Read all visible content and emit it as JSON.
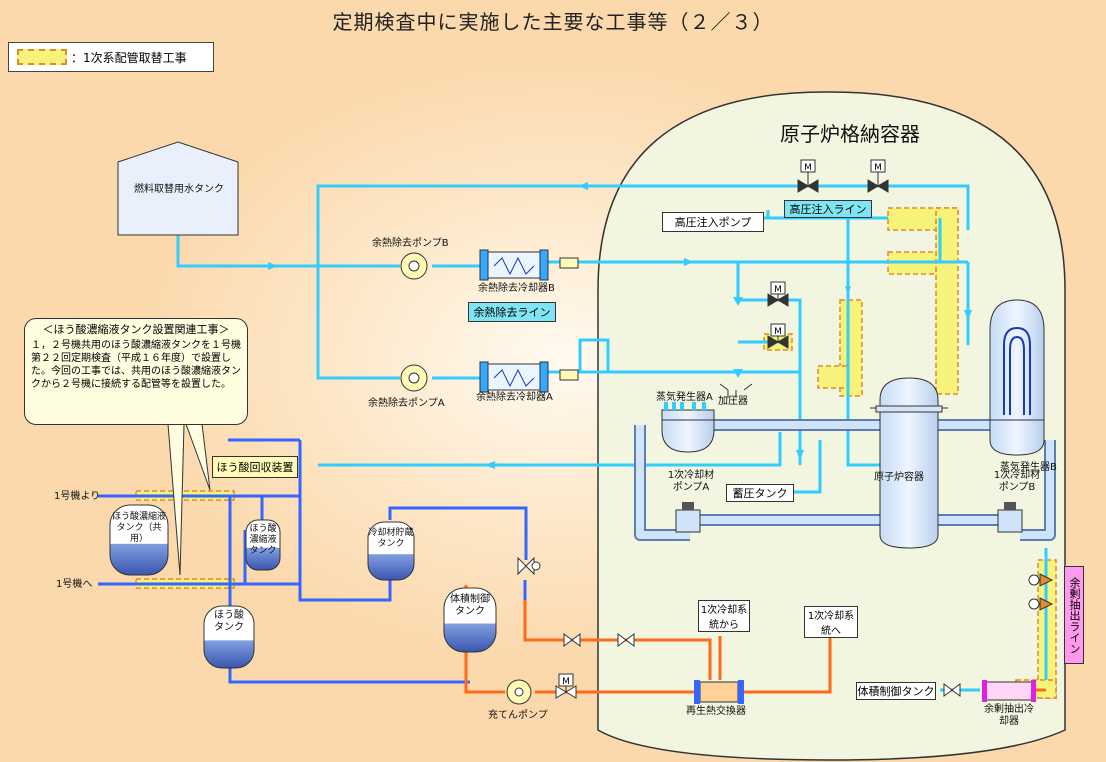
{
  "title": "定期検査中に実施した主要な工事等（２／３）",
  "legend": {
    "label": "：1次系配管取替工事"
  },
  "containment": {
    "label": "原子炉格納容器"
  },
  "labels": {
    "fuel_water_tank": "燃料取替用水タンク",
    "rhr_pump_b": "余熱除去ポンプB",
    "rhr_cooler_b": "余熱除去冷却器B",
    "rhr_pump_a": "余熱除去ポンプA",
    "rhr_cooler_a": "余熱除去冷却器A",
    "rhr_line": "余熱除去ライン",
    "hp_injection_pump": "高圧注入ポンプ",
    "hp_injection_line": "高圧注入ライン",
    "sg_a": "蒸気発生器A",
    "sg_b": "蒸気発生器B",
    "pressurizer": "加圧器",
    "rcp_a": "1次冷却材ポンプA",
    "rcp_b": "1次冷却材ポンプB",
    "accumulator": "蓄圧タンク",
    "reactor_vessel": "原子炉容器",
    "boric_recovery": "ほう酸回収装置",
    "from_unit1": "1号機より",
    "to_unit1": "1号機へ",
    "boric_conc_tank_shared": "ほう酸濃縮液タンク（共用）",
    "boric_conc_tank": "ほう酸濃縮液タンク",
    "boric_tank": "ほう酸タンク",
    "coolant_storage_tank": "冷却材貯蔵タンク",
    "vct": "体積制御タンク",
    "charging_pump": "充てんポンプ",
    "regen_hx": "再生熱交換器",
    "from_primary": "1次冷却系統から",
    "to_primary": "1次冷却系統へ",
    "vct_out": "体積制御タンク",
    "letdown_cooler": "余剰抽出冷却器",
    "letdown_line": "余剰抽出ライン",
    "motor_valve": "M"
  },
  "note": {
    "title": "＜ほう酸濃縮液タンク設置関連工事＞",
    "body": "１，２号機共用のほう酸濃縮液タンクを１号機第２２回定期検査（平成１６年度）で設置した。今回の工事では、共用のほう酸濃縮液タンクから２号機に接続する配管等を設置した。"
  },
  "colors": {
    "rhr_pipe": "#33ccff",
    "boric_pipe": "#3366ff",
    "charging_pipe": "#ff6a1a",
    "letdown_pipe": "#a000c0",
    "replacement_highlight": "#f7f37a",
    "containment_fill": "#f2f5e0"
  }
}
